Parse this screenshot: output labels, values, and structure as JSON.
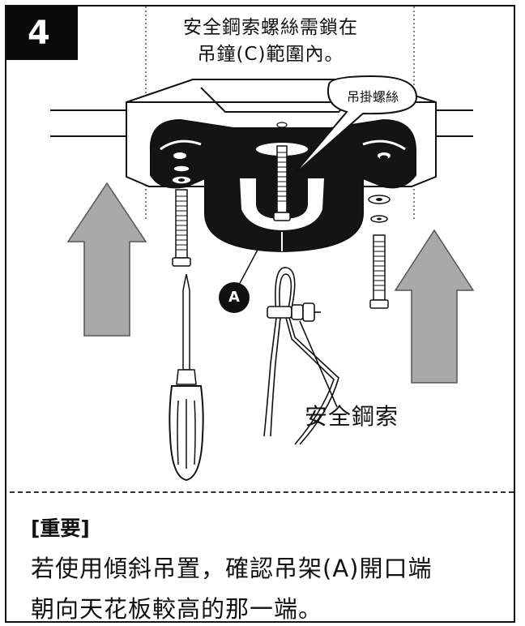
{
  "step_number": "4",
  "caption_top": {
    "line1": "安全鋼索螺絲需鎖在",
    "line2": "吊鐘(C)範圍內。"
  },
  "bubble_label": "吊掛螺絲",
  "marker_a": "A",
  "cable_label": "安全鋼索",
  "note": {
    "title": "[重要]",
    "line1": "若使用傾斜吊置，確認吊架(A)開口端",
    "line2": "朝向天花板較高的那一端。"
  },
  "colors": {
    "arrow_fill": "#a9a9a9",
    "badge_bg": "#0a0a0a",
    "line": "#111111"
  },
  "icons": [
    "up-arrow-icon",
    "screwdriver-icon",
    "screw-icon",
    "washer-icon",
    "safety-cable-icon",
    "ceiling-bracket-icon"
  ]
}
